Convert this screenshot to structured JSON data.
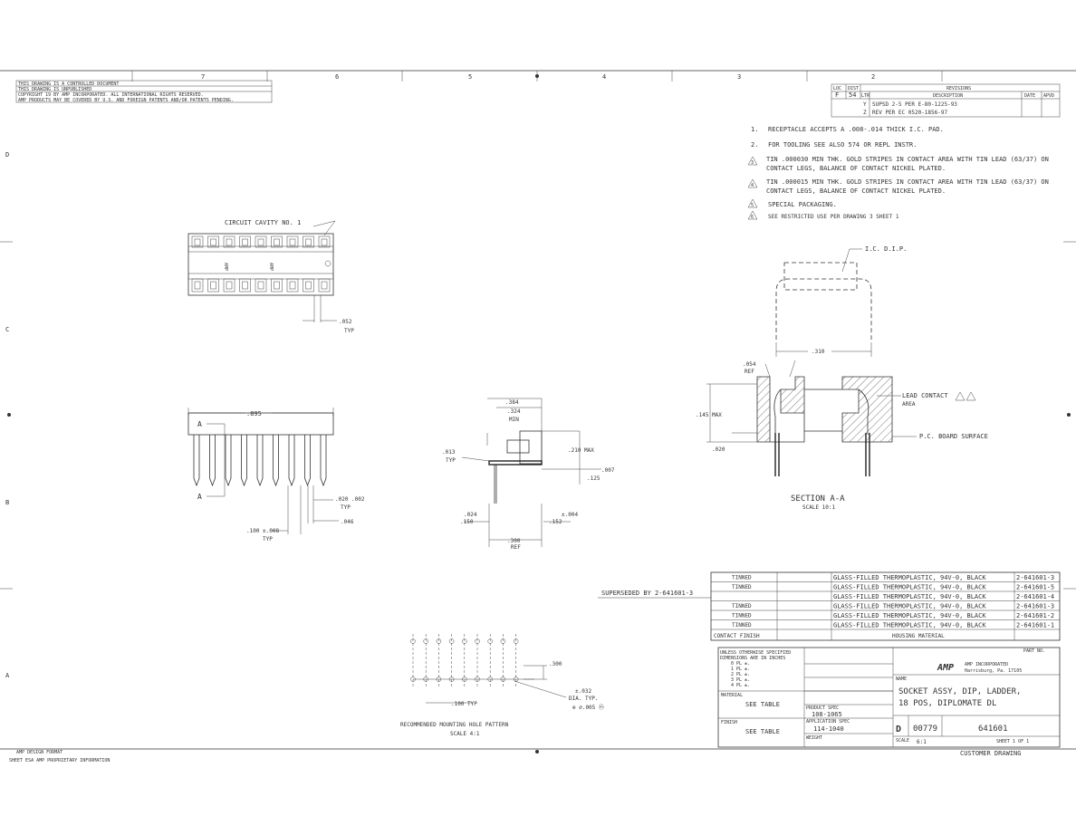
{
  "border": {
    "top_zones": [
      "7",
      "6",
      "5",
      "4",
      "3",
      "2"
    ],
    "side_zones": [
      "D",
      "C",
      "B",
      "A"
    ]
  },
  "top_left_notes": [
    "THIS DRAWING IS A CONTROLLED DOCUMENT",
    "THIS DRAWING IS UNPUBLISHED",
    "COPYRIGHT 19    BY AMP INCORPORATED. ALL INTERNATIONAL RIGHTS RESERVED.",
    "AMP PRODUCTS MAY BE COVERED BY U.S. AND FOREIGN PATENTS AND/OR PATENTS PENDING."
  ],
  "revisions": {
    "loc": "LOC",
    "dist": "DIST",
    "loc_val": "F",
    "dist_val": "54",
    "header": "REVISIONS",
    "cols": [
      "LTR",
      "DESCRIPTION",
      "DATE",
      "APVD"
    ],
    "rows": [
      {
        "ltr": "Y",
        "desc": "SUPSD 2-5 PER E-80-1225-93"
      },
      {
        "ltr": "Z",
        "desc": "REV PER EC 0520-1856-97"
      }
    ]
  },
  "notes": [
    {
      "num": "1.",
      "text": "RECEPTACLE ACCEPTS A .008-.014 THICK I.C. PAD."
    },
    {
      "num": "2.",
      "text": "FOR TOOLING SEE ALSO 574 OR REPL INSTR."
    },
    {
      "num": "3",
      "text": "TIN .000030 MIN THK. GOLD STRIPES IN CONTACT AREA WITH TIN LEAD (63/37) ON CONTACT LEGS, BALANCE OF CONTACT NICKEL PLATED."
    },
    {
      "num": "4",
      "text": "TIN .000015 MIN THK. GOLD STRIPES IN CONTACT AREA WITH TIN LEAD (63/37) ON CONTACT LEGS, BALANCE OF CONTACT NICKEL PLATED."
    },
    {
      "num": "5",
      "text": "SPECIAL PACKAGING."
    },
    {
      "num": "6",
      "text": "SEE RESTRICTED USE PER DRAWING 3 SHEET 1"
    }
  ],
  "views": {
    "top_view_label": "CIRCUIT CAVITY NO. 1",
    "top_view_brand": "AMP",
    "dim_052": ".052",
    "dim_typ": "TYP",
    "dim_895": ".895",
    "label_A": "A",
    "dim_020_012": ".020 .002",
    "dim_046": ".046",
    "dim_100_008": ".100 ±.008",
    "side_384": ".384",
    "side_324_min": ".324",
    "side_min": "MIN",
    "side_013": ".013",
    "side_typ": "TYP",
    "side_210_max": ".210 MAX",
    "side_007": ".007",
    "side_125": ".125",
    "side_024": ".024",
    "side_150": ".150",
    "side_004": "±.004",
    "side_152": ".152",
    "side_300": ".300",
    "side_ref": "REF",
    "section_ic_dip": "I.C. D.I.P.",
    "section_310": ".310",
    "section_054": ".054",
    "section_ref": "REF",
    "section_lead_contact": "LEAD CONTACT",
    "section_area": "AREA",
    "section_max": ".145 MAX",
    "section_020": ".020",
    "section_pcb": "P.C. BOARD SURFACE",
    "section_title": "SECTION A-A",
    "section_scale": "SCALE 10:1",
    "hole_300": ".300",
    "hole_100_typ": ".100 TYP",
    "hole_032": "±.032",
    "hole_dia": "DIA. TYP.",
    "hole_tol": "⊕ ∅.005 ⓜ",
    "hole_title": "RECOMMENDED MOUNTING HOLE PATTERN",
    "hole_scale": "SCALE 4:1"
  },
  "parts_table": {
    "superseded": "SUPERSEDED BY 2-641601-3",
    "rows": [
      {
        "finish": "TINNED",
        "mat": "GLASS-FILLED THERMOPLASTIC, 94V-0, BLACK",
        "pn": "2-641601-3"
      },
      {
        "finish": "TINNED",
        "mat": "GLASS-FILLED THERMOPLASTIC, 94V-0, BLACK",
        "pn": "2-641601-5"
      },
      {
        "finish": "",
        "mat": "GLASS-FILLED THERMOPLASTIC, 94V-0, BLACK",
        "pn": "2-641601-4"
      },
      {
        "finish": "TINNED",
        "mat": "GLASS-FILLED THERMOPLASTIC, 94V-0, BLACK",
        "pn": "2-641601-3"
      },
      {
        "finish": "TINNED",
        "mat": "GLASS-FILLED THERMOPLASTIC, 94V-0, BLACK",
        "pn": "2-641601-2"
      },
      {
        "finish": "TINNED",
        "mat": "GLASS-FILLED THERMOPLASTIC, 94V-0, BLACK",
        "pn": "2-641601-1"
      }
    ],
    "footer": [
      "CONTACT FINISH",
      "HOUSING MATERIAL",
      "PART NO."
    ]
  },
  "title_block": {
    "company": "AMP",
    "company_sub": "AMP INCORPORATED",
    "company_city": "Harrisburg, Pa. 17105",
    "name_label": "NAME",
    "title_line1": "SOCKET ASSY, DIP, LADDER,",
    "title_line2": "18 POS, DIPLOMATE DL",
    "material_label": "MATERIAL",
    "finish_label": "FINISH",
    "see_table": "SEE TABLE",
    "product_spec_label": "PRODUCT SPEC",
    "product_spec": "108-1065",
    "app_spec_label": "APPLICATION SPEC",
    "app_spec": "114-1040",
    "weight_label": "WEIGHT",
    "size": "D",
    "cage": "00779",
    "dwg_no": "641601",
    "scale_label": "SCALE",
    "scale": "6:1",
    "sheet": "SHEET 1 OF 1",
    "customer": "CUSTOMER DRAWING",
    "tolerance_note": "UNLESS OTHERWISE SPECIFIED DIMENSIONS ARE IN INCHES",
    "tol_lines": [
      "0 PL ±.",
      "1 PL ±.",
      "2 PL ±.",
      "3 PL ±.",
      "4 PL ±."
    ]
  },
  "bottom_left": [
    "AMP DESIGN FORMAT",
    "SHEET   ESA AMP PROPRIETARY INFORMATION"
  ]
}
